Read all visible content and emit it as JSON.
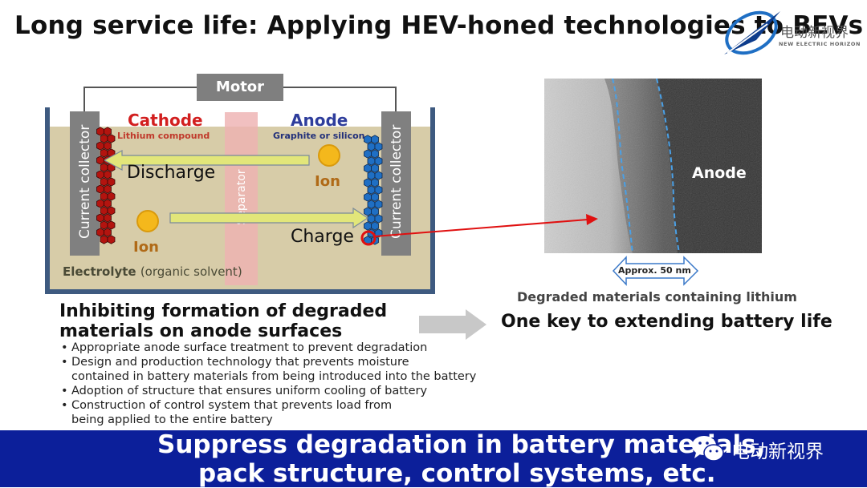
{
  "title": "Long service life: Applying HEV-honed technologies to BEVs",
  "logo": {
    "name_cn": "电动新视界",
    "name_en": "NEW ELECTRIC HORIZON",
    "icon": "new-electric-horizon-logo"
  },
  "diagram": {
    "motor": "Motor",
    "cathode_title": "Cathode",
    "cathode_sub": "Lithium compound",
    "anode_title": "Anode",
    "anode_sub": "Graphite or silicon",
    "current_collector": "Current collector",
    "separator": "Separator",
    "discharge": "Discharge",
    "charge": "Charge",
    "ion": "Ion",
    "electrolyte": "Electrolyte",
    "electrolyte_note": "(organic solvent)",
    "colors": {
      "cathode_particles": "#b3140f",
      "anode_particles": "#1f6fc4",
      "ion": "#f4b81c",
      "electrolyte": "#d7cca8",
      "separator": "#eeb2b2",
      "arrow_fill": "#e2e67a",
      "callout_arrow": "#e01010"
    }
  },
  "micrograph": {
    "anode_label": "Anode",
    "scale": "Approx. 50 nm",
    "caption": "Degraded materials containing lithium"
  },
  "left_text": {
    "heading_line1": "Inhibiting formation of degraded",
    "heading_line2": "materials on anode surfaces",
    "bullets": [
      "Appropriate anode surface treatment to prevent degradation",
      "Design and production technology that prevents moisture",
      "contained in battery materials from being introduced into the battery",
      "Adoption of structure that ensures uniform cooling of battery",
      "Construction of control system that prevents load from",
      "being applied to the entire battery"
    ]
  },
  "right_text": "One key to extending battery life",
  "banner": {
    "line1": "Suppress degradation in battery materials,",
    "line2": "pack structure, control systems, etc.",
    "color": "#0c1f9a"
  },
  "watermark": {
    "text": "电动新视界",
    "icon": "wechat-icon"
  }
}
